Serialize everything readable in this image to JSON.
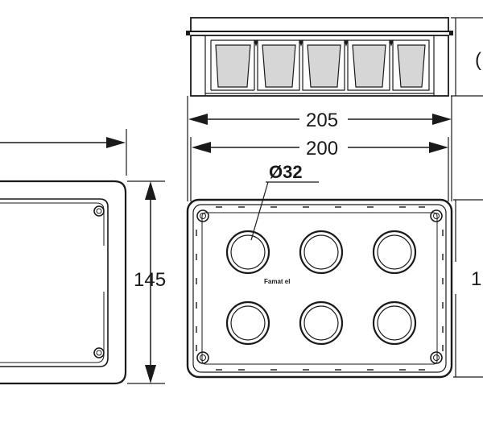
{
  "dimensions": {
    "width_outer": "205",
    "width_inner": "200",
    "height_side": "145",
    "hole_diameter": "Ø32",
    "height_right_partial": "1",
    "depth_right_partial": "("
  },
  "brand": {
    "label": "Famat el"
  },
  "colors": {
    "line": "#1a1a1a",
    "background": "#ffffff",
    "cell": "#d6d6d6"
  }
}
